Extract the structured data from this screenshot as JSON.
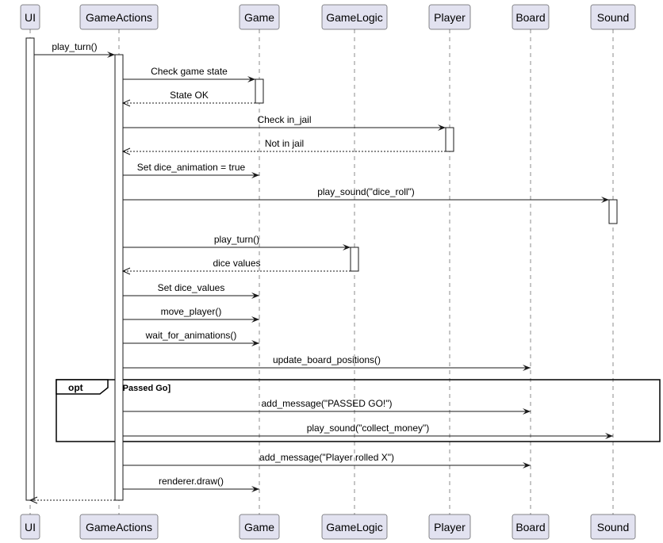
{
  "participants": [
    {
      "id": "ui",
      "name": "UI"
    },
    {
      "id": "gameactions",
      "name": "GameActions"
    },
    {
      "id": "game",
      "name": "Game"
    },
    {
      "id": "gamelogic",
      "name": "GameLogic"
    },
    {
      "id": "player",
      "name": "Player"
    },
    {
      "id": "board",
      "name": "Board"
    },
    {
      "id": "sound",
      "name": "Sound"
    }
  ],
  "messages": [
    {
      "from": "ui",
      "to": "gameactions",
      "label": "play_turn()",
      "kind": "call"
    },
    {
      "from": "gameactions",
      "to": "game",
      "label": "Check game state",
      "kind": "call"
    },
    {
      "from": "game",
      "to": "gameactions",
      "label": "State OK",
      "kind": "reply"
    },
    {
      "from": "gameactions",
      "to": "player",
      "label": "Check in_jail",
      "kind": "call"
    },
    {
      "from": "player",
      "to": "gameactions",
      "label": "Not in jail",
      "kind": "reply"
    },
    {
      "from": "gameactions",
      "to": "game",
      "label": "Set dice_animation = true",
      "kind": "call"
    },
    {
      "from": "gameactions",
      "to": "sound",
      "label": "play_sound(\"dice_roll\")",
      "kind": "call"
    },
    {
      "from": "gameactions",
      "to": "gamelogic",
      "label": "play_turn()",
      "kind": "call"
    },
    {
      "from": "gamelogic",
      "to": "gameactions",
      "label": "dice values",
      "kind": "reply"
    },
    {
      "from": "gameactions",
      "to": "game",
      "label": "Set dice_values",
      "kind": "call"
    },
    {
      "from": "gameactions",
      "to": "game",
      "label": "move_player()",
      "kind": "call"
    },
    {
      "from": "gameactions",
      "to": "game",
      "label": "wait_for_animations()",
      "kind": "call"
    },
    {
      "from": "gameactions",
      "to": "board",
      "label": "update_board_positions()",
      "kind": "call"
    },
    {
      "from": "gameactions",
      "to": "board",
      "label": "add_message(\"PASSED GO!\")",
      "kind": "call"
    },
    {
      "from": "gameactions",
      "to": "sound",
      "label": "play_sound(\"collect_money\")",
      "kind": "call"
    },
    {
      "from": "gameactions",
      "to": "board",
      "label": "add_message(\"Player rolled X\")",
      "kind": "call"
    },
    {
      "from": "gameactions",
      "to": "game",
      "label": "renderer.draw()",
      "kind": "call"
    },
    {
      "from": "gameactions",
      "to": "ui",
      "label": "",
      "kind": "reply"
    }
  ],
  "fragment": {
    "keyword": "opt",
    "condition": "[Passed Go]"
  }
}
